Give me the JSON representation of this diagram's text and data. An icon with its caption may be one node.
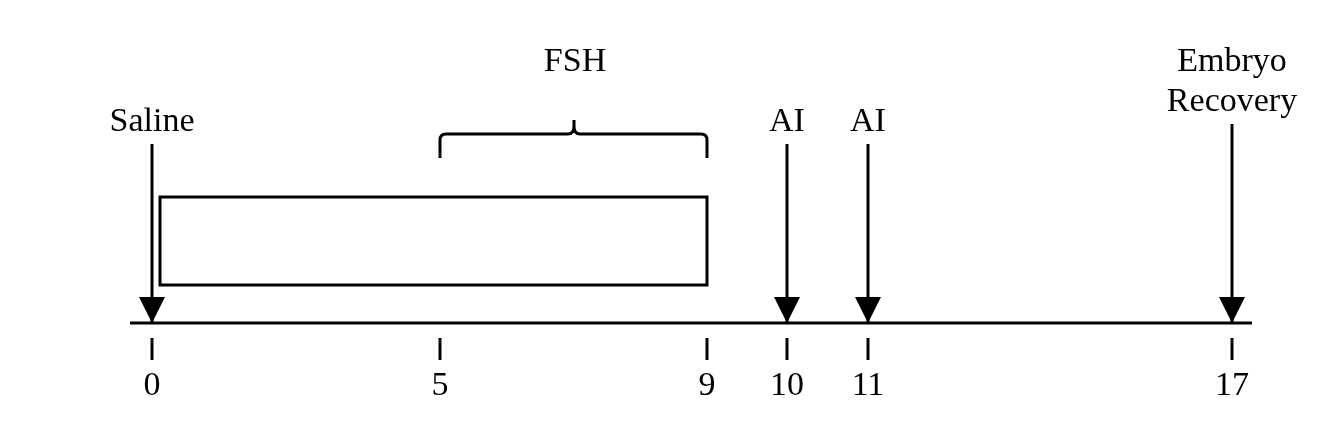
{
  "diagram": {
    "nodes": [
      {
        "text": [
          "Saline"
        ]
      },
      {
        "text": [
          "FSH"
        ]
      },
      {
        "text": [
          "AI"
        ]
      },
      {
        "text": [
          "AI"
        ]
      },
      {
        "text": [
          "Embryo Recovery"
        ]
      },
      {
        "text": [],
        "shape": "box"
      }
    ],
    "edges": [
      {
        "from": 0,
        "to": null,
        "arrow": "to"
      },
      {
        "from": 2,
        "to": null,
        "arrow": "to"
      },
      {
        "from": 3,
        "to": null,
        "arrow": "to"
      },
      {
        "from": 4,
        "to": null,
        "arrow": "to"
      }
    ],
    "labels": [
      "0",
      "5",
      "9",
      "10",
      "11",
      "17"
    ]
  }
}
